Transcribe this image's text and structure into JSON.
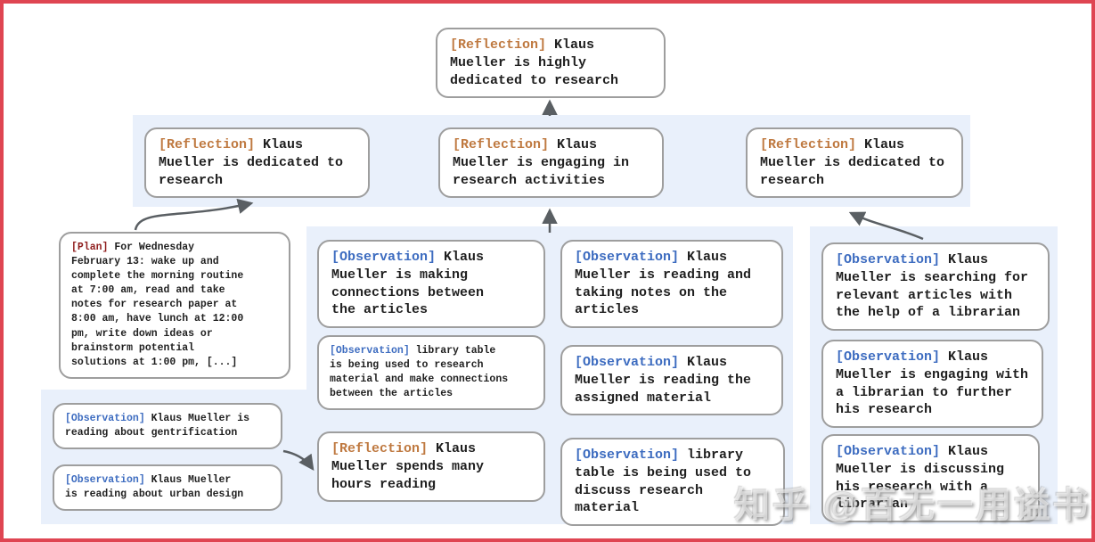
{
  "colors": {
    "frame_red": "#df4552",
    "band_blue": "#e9f0fb",
    "box_border_gray": "#9e9e9e",
    "reflection_tag_orange": "#bf7940",
    "observation_tag_blue": "#3d6cc0",
    "plan_tag_dark_red": "#8f1d1d",
    "arrow_gray": "#5a5f63",
    "body_text": "#1f1f1f"
  },
  "watermark": {
    "text": "知乎 @百无一用谥书生"
  },
  "nodes": {
    "top": {
      "tag": "[Reflection]",
      "text": " Klaus\nMueller is highly\ndedicated to research"
    },
    "row2": [
      {
        "tag": "[Reflection]",
        "text": " Klaus\nMueller is dedicated to\nresearch"
      },
      {
        "tag": "[Reflection]",
        "text": " Klaus\nMueller is engaging in\nresearch activities"
      },
      {
        "tag": "[Reflection]",
        "text": " Klaus\nMueller is dedicated to\nresearch"
      }
    ],
    "plan": {
      "tag": "[Plan]",
      "text": " For Wednesday\nFebruary 13: wake up and\ncomplete the morning routine\nat 7:00 am, read and take\nnotes for research paper at\n8:00 am, have lunch at 12:00\npm, write down ideas or\nbrainstorm potential\nsolutions at 1:00 pm, [...]"
    },
    "left_cluster": [
      {
        "tag": "[Observation]",
        "text": " Klaus Mueller is\nreading about gentrification"
      },
      {
        "tag": "[Observation]",
        "text": " Klaus Mueller\nis reading about urban design"
      }
    ],
    "middle_cluster_col1": [
      {
        "tag": "[Observation]",
        "text": " Klaus\nMueller is making\nconnections between\nthe articles"
      },
      {
        "tag": "[Observation]",
        "text": " library table\nis being used to research\nmaterial and make connections\nbetween the articles"
      },
      {
        "tag": "[Reflection]",
        "text": " Klaus\nMueller spends many\nhours reading"
      }
    ],
    "middle_cluster_col2": [
      {
        "tag": "[Observation]",
        "text": " Klaus\nMueller is reading and\ntaking notes on the\narticles"
      },
      {
        "tag": "[Observation]",
        "text": " Klaus\nMueller is reading the\nassigned material"
      },
      {
        "tag": "[Observation]",
        "text": " library\ntable is being used to\ndiscuss research material"
      }
    ],
    "right_cluster": [
      {
        "tag": "[Observation]",
        "text": " Klaus\nMueller is searching for\nrelevant articles with\nthe help of a librarian"
      },
      {
        "tag": "[Observation]",
        "text": " Klaus\nMueller is engaging with\na librarian to further\nhis research"
      },
      {
        "tag": "[Observation]",
        "text": " Klaus\nMueller is discussing\nhis research with a\nlibrarian"
      }
    ]
  }
}
